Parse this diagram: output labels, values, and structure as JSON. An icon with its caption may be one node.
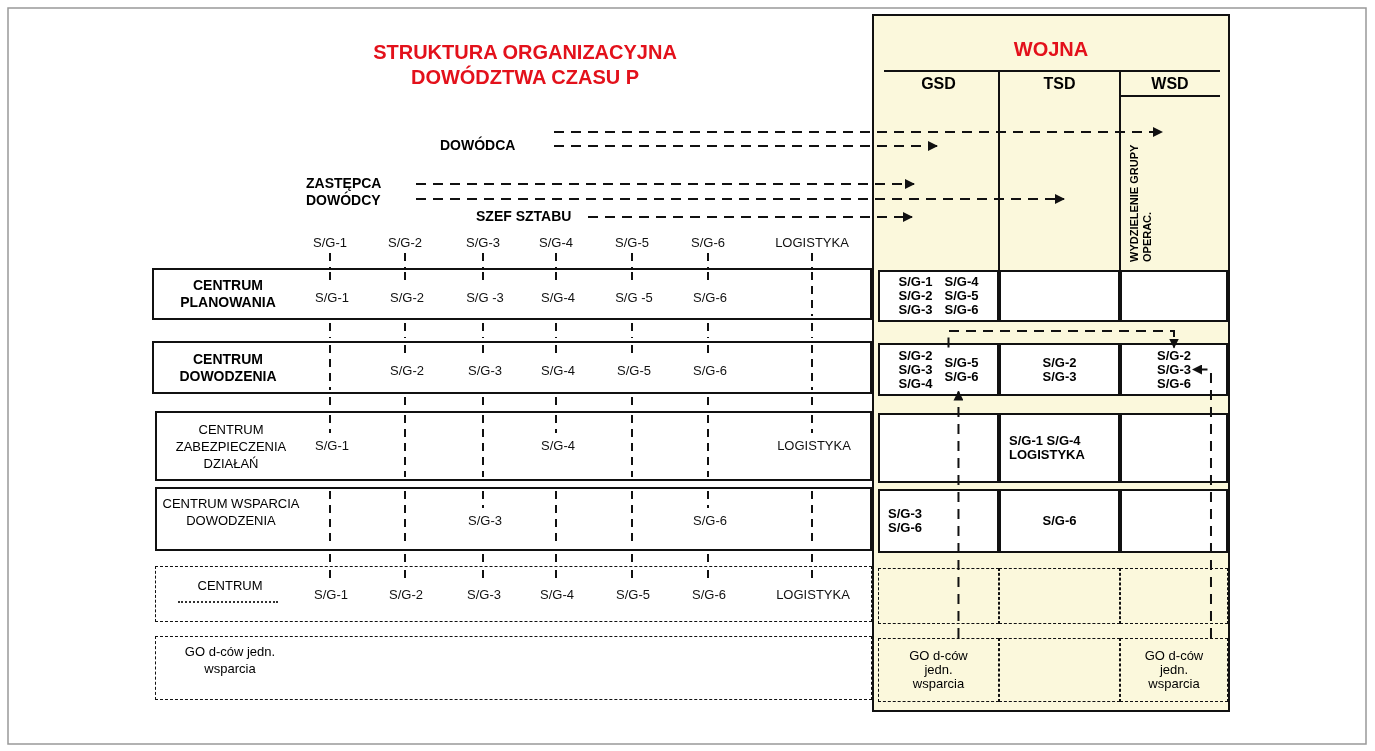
{
  "diagram": {
    "title": "STRUKTURA ORGANIZACYJNA DOWÓDZTWA CZASU P",
    "nodes": [
      {
        "text": [
          "DOWÓDCA"
        ]
      },
      {
        "text": [
          "ZASTĘPCA DOWÓDCY"
        ]
      },
      {
        "text": [
          "SZEF SZTABU"
        ]
      },
      {
        "text": [
          "CENTRUM PLANOWANIA",
          "S/G-1",
          "S/G-2",
          "S/G -3",
          "S/G-4",
          "S/G -5",
          "S/G-6"
        ]
      },
      {
        "text": [
          "CENTRUM DOWODZENIA",
          "S/G-2",
          "S/G-3",
          "S/G-4",
          "S/G-5",
          "S/G-6"
        ]
      },
      {
        "text": [
          "CENTRUM ZABEZPIECZENIA DZIAŁAŃ",
          "S/G-1",
          "S/G-4",
          "LOGISTYKA"
        ]
      },
      {
        "text": [
          "CENTRUM WSPARCIA DOWODZENIA",
          "S/G-3",
          "S/G-6"
        ]
      },
      {
        "text": [
          "CENTRUM",
          "S/G-1",
          "S/G-2",
          "S/G-3",
          "S/G-4",
          "S/G-5",
          "S/G-6",
          "LOGISTYKA"
        ]
      },
      {
        "text": [
          "GO d-ców jedn. wsparcia"
        ]
      },
      {
        "text": [
          "WOJNA"
        ]
      },
      {
        "text": [
          "GSD"
        ],
        "in": 9
      },
      {
        "text": [
          "TSD"
        ],
        "in": 9
      },
      {
        "text": [
          "WSD"
        ],
        "in": 9
      },
      {
        "text": [
          "S/G-1 S/G-2 S/G-3",
          "S/G-4 S/G-5 S/G-6"
        ],
        "in": 9
      },
      {
        "text": [
          "S/G-2 S/G-3 S/G-4",
          "S/G-5 S/G-6"
        ],
        "in": 9
      },
      {
        "text": [
          "S/G-2 S/G-3"
        ],
        "in": 9
      },
      {
        "text": [
          "S/G-2 S/G-3 S/G-6"
        ],
        "in": 9
      },
      {
        "text": [
          "S/G-1 S/G-4 LOGISTYKA"
        ],
        "in": 9
      },
      {
        "text": [
          "S/G-3 S/G-6"
        ],
        "in": 9
      },
      {
        "text": [
          "S/G-6"
        ],
        "in": 9
      },
      {
        "text": [
          "GO d-ców jedn. wsparcia"
        ],
        "in": 9
      },
      {
        "text": [
          "GO d-ców jedn. wsparcia"
        ],
        "in": 9
      }
    ],
    "edges": [
      {
        "from": 0,
        "to": 12,
        "arrow": "to",
        "style": "dashed"
      },
      {
        "from": 0,
        "to": 10,
        "arrow": "to",
        "style": "dashed"
      },
      {
        "from": 1,
        "to": 10,
        "arrow": "to",
        "style": "dashed"
      },
      {
        "from": 1,
        "to": 11,
        "arrow": "to",
        "style": "dashed"
      },
      {
        "from": 2,
        "to": null,
        "arrow": "to",
        "style": "dashed"
      },
      {
        "from": 14,
        "to": 16,
        "arrow": "to",
        "style": "dashed"
      },
      {
        "from": 20,
        "to": 14,
        "arrow": "to",
        "style": "dashed"
      },
      {
        "from": 21,
        "to": 16,
        "arrow": "to",
        "style": "dashed"
      }
    ],
    "labels": [
      "S/G-1",
      "S/G-2",
      "S/G-3",
      "S/G-4",
      "S/G-5",
      "S/G-6",
      "LOGISTYKA",
      "WYDZIELENIE GRUPY OPERAC."
    ]
  }
}
